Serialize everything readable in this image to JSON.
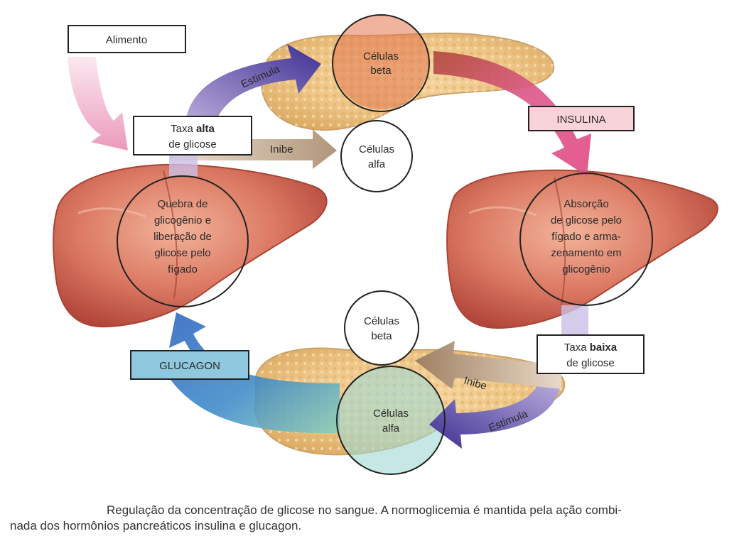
{
  "diagram": {
    "food_label": "Alimento",
    "high_glucose": {
      "prefix": "Taxa ",
      "bold": "alta",
      "suffix": "de glicose"
    },
    "low_glucose": {
      "prefix": "Taxa ",
      "bold": "baixa",
      "suffix": "de glicose"
    },
    "insulin_label": "INSULINA",
    "glucagon_label": "GLUCAGON",
    "top_beta_cells": [
      "Células",
      "beta"
    ],
    "top_alpha_cells": [
      "Células",
      "alfa"
    ],
    "bottom_beta_cells": [
      "Células",
      "beta"
    ],
    "bottom_alpha_cells": [
      "Células",
      "alfa"
    ],
    "stimulates_top": "Estimula",
    "inhibits_top": "Inibe",
    "stimulates_bottom": "Estimula",
    "inhibits_bottom": "Inibe",
    "liver_left_text": [
      "Quebra de",
      "glicogênio e",
      "liberação de",
      "glicose pelo",
      "fígado"
    ],
    "liver_right_text": [
      "Absorção",
      "de glicose pelo",
      "fígado e arma-",
      "zenamento em",
      "glicogênio"
    ]
  },
  "caption": {
    "line1": "Regulação da concentração de glicose no sangue. A normoglicemia é mantida pela ação combi-",
    "line2": "nada dos hormônios pancreáticos insulina e glucagon."
  }
}
